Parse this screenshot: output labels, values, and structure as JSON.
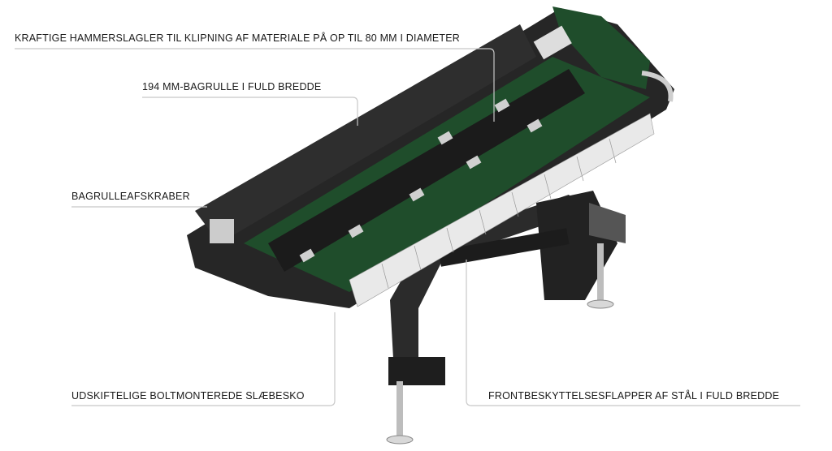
{
  "title": "Slagleklipper med bagrulle",
  "callouts": [
    {
      "id": "hammer-flails",
      "text": "KRAFTIGE HAMMERSLAGLER TIL KLIPNING AF MATERIALE PÅ OP TIL 80 MM I DIAMETER"
    },
    {
      "id": "rear-roller",
      "text": "194 MM-BAGRULLE I FULD BREDDE"
    },
    {
      "id": "roller-scraper",
      "text": "BAGRULLEAFSKRABER"
    },
    {
      "id": "skids",
      "text": "UDSKIFTELIGE BOLTMONTEREDE SLÆBESKO"
    },
    {
      "id": "front-flaps",
      "text": "FRONTBESKYTTELSESFLAPPER AF STÅL I FULD BREDDE"
    }
  ],
  "colors": {
    "body": "#2a2a2a",
    "green": "#1f4d2b",
    "flap": "#e6e6e6",
    "leader": "#c8c8c8"
  }
}
